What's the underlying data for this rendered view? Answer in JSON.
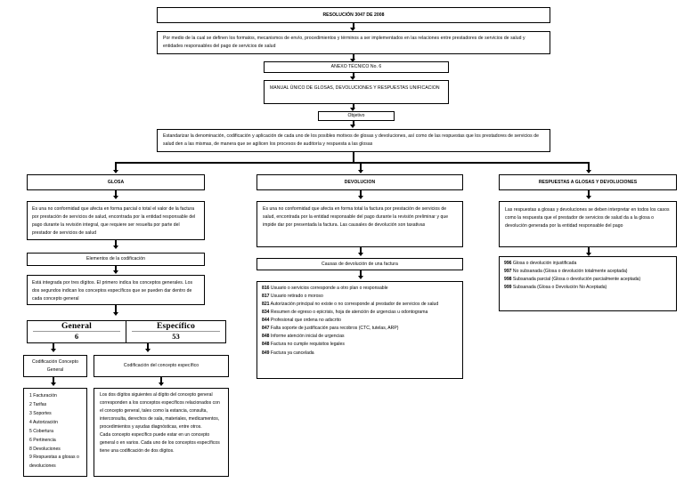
{
  "document": {
    "title": "RESOLUCIÓN 3047 DE 2008",
    "subtitle": "Por medio de la cual se definen los formatos, mecanismos de envío, procedimientos y términos a ser implementados en las relaciones entre prestadores de servicios de salud y entidades responsables del pago de servicios de salud",
    "annex": "ANEXO TÉCNICO No. 6",
    "manual": "MANUAL ÚNICO DE GLOSAS, DEVOLUCIONES Y RESPUESTAS UNIFICACION",
    "objective_label": "Objetivo",
    "objective_text": "Estandarizar la denominación, codificación y aplicación de cada uno de los posibles motivos de glosas y devoluciones, así como de las respuestas que los prestadores de servicios de salud den a las mismas, de manera que se agilicen los procesos de auditoría y respuesta a las glosas"
  },
  "columns": {
    "glosa": {
      "header": "GLOSA",
      "definition": "Es una no conformidad que afecta en forma parcial o total el valor de la factura por prestación de servicios de salud, encontrada por la entidad responsable del pago durante la revisión integral, que requiere ser resuelta por parte del prestador de servicios de salud",
      "elements_title": "Elementos de la codificación",
      "elements_text": "Está integrada por tres dígitos. El primero indica los conceptos generales. Los dos segundos indican los conceptos específicos que se pueden dar dentro de cada concepto general",
      "table": {
        "general_label": "General",
        "general_value": "6",
        "specific_label": "Específico",
        "specific_value": "53"
      },
      "general_box": "Codificación Concepto General",
      "specific_box": "Codificación del concepto específico",
      "general_items": [
        "1 Facturación",
        "2 Tarifas",
        "3 Soportes",
        "4 Autorización",
        "5 Cobertura",
        "6 Pertinencia",
        "8 Devoluciones",
        "9 Respuestas a glosas o devoluciones"
      ],
      "specific_paragraphs": [
        "Los dos dígitos siguientes al dígito del concepto general corresponden a los conceptos específicos relacionados con el concepto general, tales como la estancia, consulta, interconsulta, derechos de sala, materiales, medicamentos, procedimientos y ayudas diagnósticas, entre otros.",
        "Cada concepto específico puede estar en un concepto general o en varios. Cada uno de los conceptos específicos tiene una codificación de dos dígitos."
      ]
    },
    "devolucion": {
      "header": "DEVOLUCION",
      "definition": "Es una no conformidad que afecta en forma total la factura por prestación de servicios de salud, encontrada por la entidad responsable del pago durante la revisión preliminar y que impide dar por presentada la factura. Las causales de devolución son taxativas",
      "causes_title": "Causas de devolución de una factura",
      "causes": [
        {
          "code": "816",
          "text": "Usuario o servicios corresponde a otro plan o responsable"
        },
        {
          "code": "817",
          "text": "Usuario retirado o moroso"
        },
        {
          "code": "821",
          "text": "Autorización principal no existe o no corresponde al prestador de servicios de salud"
        },
        {
          "code": "834",
          "text": "Resumen de egreso o epicrisis, hoja de atención de urgencias u odontograma"
        },
        {
          "code": "844",
          "text": "Profesional que ordena no adscrito"
        },
        {
          "code": "847",
          "text": "Falta soporte de justificación para recobros (CTC, tutelas, ARP)"
        },
        {
          "code": "848",
          "text": "Informe atención inicial de urgencias"
        },
        {
          "code": "848",
          "text": "Factura no cumple requisitos legales"
        },
        {
          "code": "849",
          "text": "Factura ya cancelada"
        }
      ]
    },
    "respuestas": {
      "header": "RESPUESTAS A GLOSAS Y DEVOLUCIONES",
      "definition": "Las respuestas a glosas y devoluciones se deben interpretar en todos los casos como la respuesta que el prestador de servicios de salud da a la glosa o devolución generada por la entidad responsable del pago",
      "codes": [
        {
          "code": "996",
          "text": "Glosa o devolución injustificada"
        },
        {
          "code": "997",
          "text": "No subsanada (Glosa o devolución totalmente aceptada)"
        },
        {
          "code": "998",
          "text": "Subsanada parcial (Glosa o devolución parcialmente aceptada)"
        },
        {
          "code": "999",
          "text": "Subsanada (Glosa o Devolución No Aceptada)"
        }
      ]
    }
  },
  "colors": {
    "stroke": "#000000",
    "background": "#ffffff",
    "rule": "#9a9a9a"
  }
}
